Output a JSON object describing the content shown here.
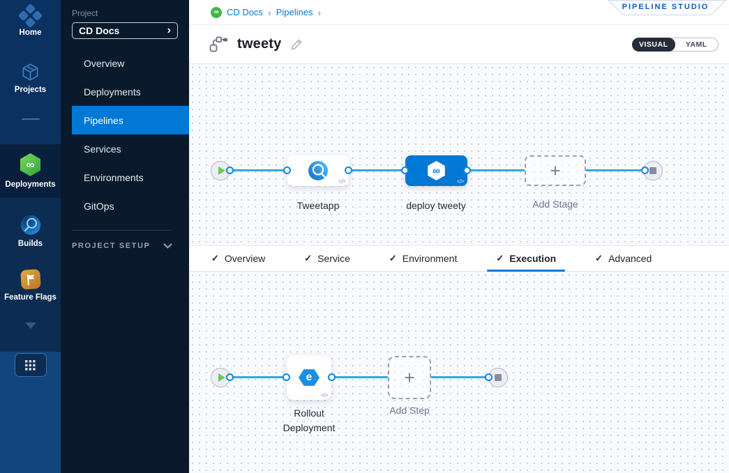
{
  "colors": {
    "accent_blue": "#0278d5",
    "link_blue": "#2fa9ea",
    "deploy_green": "#42b54a",
    "studio_text": "#0b5cc4",
    "nav_selected_bg": "#0278d5"
  },
  "icons": {
    "check": "✓",
    "chevron_right": "›",
    "infinity": "∞",
    "plus": "+",
    "code": "</>",
    "rollout": "e"
  },
  "rail": {
    "items": [
      {
        "label": "Home"
      },
      {
        "label": "Projects"
      },
      {
        "label": "Deployments",
        "active": true
      },
      {
        "label": "Builds"
      },
      {
        "label": "Feature Flags"
      }
    ]
  },
  "project_nav": {
    "section_label": "Project",
    "project_name": "CD Docs",
    "items": [
      "Overview",
      "Deployments",
      "Pipelines",
      "Services",
      "Environments",
      "GitOps"
    ],
    "selected": "Pipelines",
    "setup_label": "PROJECT SETUP"
  },
  "header": {
    "breadcrumb_items": [
      "CD Docs",
      "Pipelines"
    ],
    "studio_badge": "PIPELINE STUDIO",
    "pipeline_name": "tweety",
    "view_options": [
      "VISUAL",
      "YAML"
    ],
    "view_selected": "VISUAL"
  },
  "stage_pipeline": {
    "stages": [
      {
        "label": "Tweetapp",
        "type": "build"
      },
      {
        "label": "deploy tweety",
        "type": "deploy",
        "selected": true
      },
      {
        "label": "Add Stage",
        "type": "add-placeholder"
      }
    ]
  },
  "tabs": {
    "items": [
      "Overview",
      "Service",
      "Environment",
      "Execution",
      "Advanced"
    ],
    "active": "Execution"
  },
  "execution_pipeline": {
    "steps": [
      {
        "label_line1": "Rollout",
        "label_line2": "Deployment",
        "type": "rollout-deployment"
      },
      {
        "label": "Add Step",
        "type": "add-placeholder"
      }
    ]
  }
}
